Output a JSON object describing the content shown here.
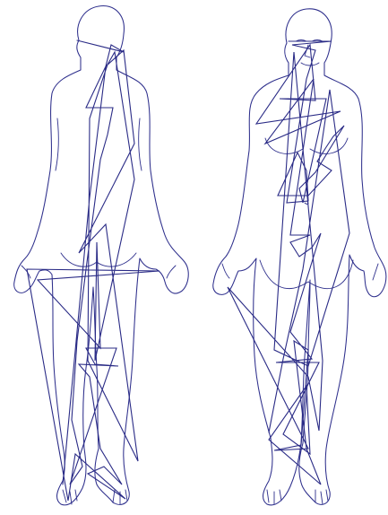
{
  "canvas": {
    "background": "#ffffff"
  },
  "colors": {
    "outline": "#2e2f8c",
    "trace": "#2a2b86"
  },
  "figures": [
    {
      "id": "back-view",
      "view": "posterior"
    },
    {
      "id": "front-view",
      "view": "anterior"
    }
  ]
}
